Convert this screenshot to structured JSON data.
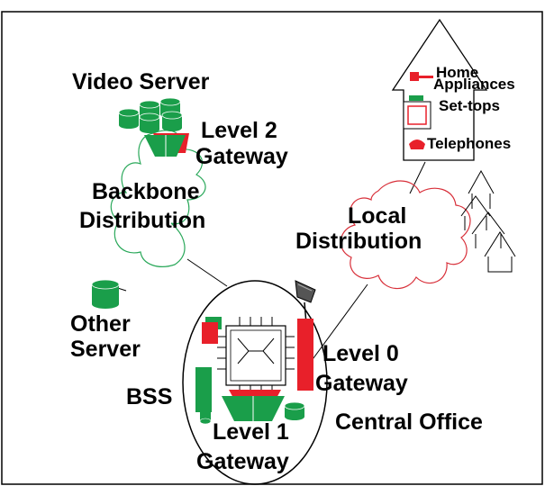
{
  "labels": {
    "video_server": "Video Server",
    "level2_line1": "Level 2",
    "level2_line2": "Gateway",
    "backbone_line1": "Backbone",
    "backbone_line2": "Distribution",
    "local_line1": "Local",
    "local_line2": "Distribution",
    "home": "Home",
    "appliances": "Appliances",
    "settops": "Set-tops",
    "telephones": "Telephones",
    "other_line1": "Other",
    "other_line2": "Server",
    "level0_line1": "Level 0",
    "level0_line2": "Gateway",
    "bss": "BSS",
    "level1_line1": "Level 1",
    "level1_line2": "Gateway",
    "central_office": "Central Office"
  },
  "colors": {
    "green": "#1a9e4a",
    "red": "#e8202a",
    "cloud_green": "#2aa85a",
    "cloud_red": "#d8303a"
  },
  "icons": [
    "server-cylinder-icon",
    "gateway-trapezoid-icon",
    "satellite-dish-icon",
    "switch-matrix-icon",
    "house-icon",
    "telephone-icon",
    "settop-box-icon"
  ]
}
